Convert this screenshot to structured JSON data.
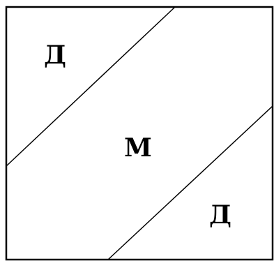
{
  "diagram": {
    "labels": {
      "top_left": "Д",
      "center": "М",
      "bottom_right": "Д"
    },
    "colors": {
      "stroke": "#000000",
      "background": "#ffffff",
      "text": "#000000"
    }
  }
}
